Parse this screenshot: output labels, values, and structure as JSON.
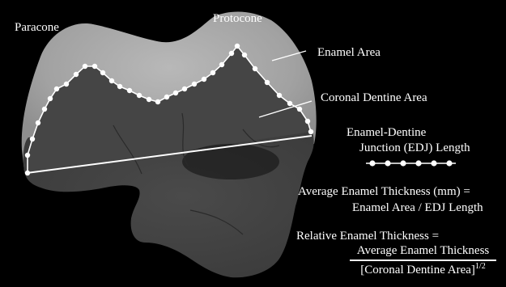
{
  "labels": {
    "paracone": "Paracone",
    "protocone": "Protocone",
    "enamel_area": "Enamel Area",
    "coronal_dentine_area": "Coronal Dentine Area",
    "edj_line1": "Enamel-Dentine",
    "edj_line2": "Junction (EDJ) Length",
    "aet_line1": "Average Enamel Thickness (mm) =",
    "aet_line2": "Enamel Area / EDJ Length",
    "ret_line1": "Relative Enamel Thickness =",
    "ret_numerator": "Average Enamel Thickness",
    "ret_denominator": "[Coronal Dentine Area]",
    "ret_exponent": "1/2"
  },
  "colors": {
    "background": "#000000",
    "enamel": "#a9a9a9",
    "dentine": "#444444",
    "annotation": "#ffffff"
  }
}
